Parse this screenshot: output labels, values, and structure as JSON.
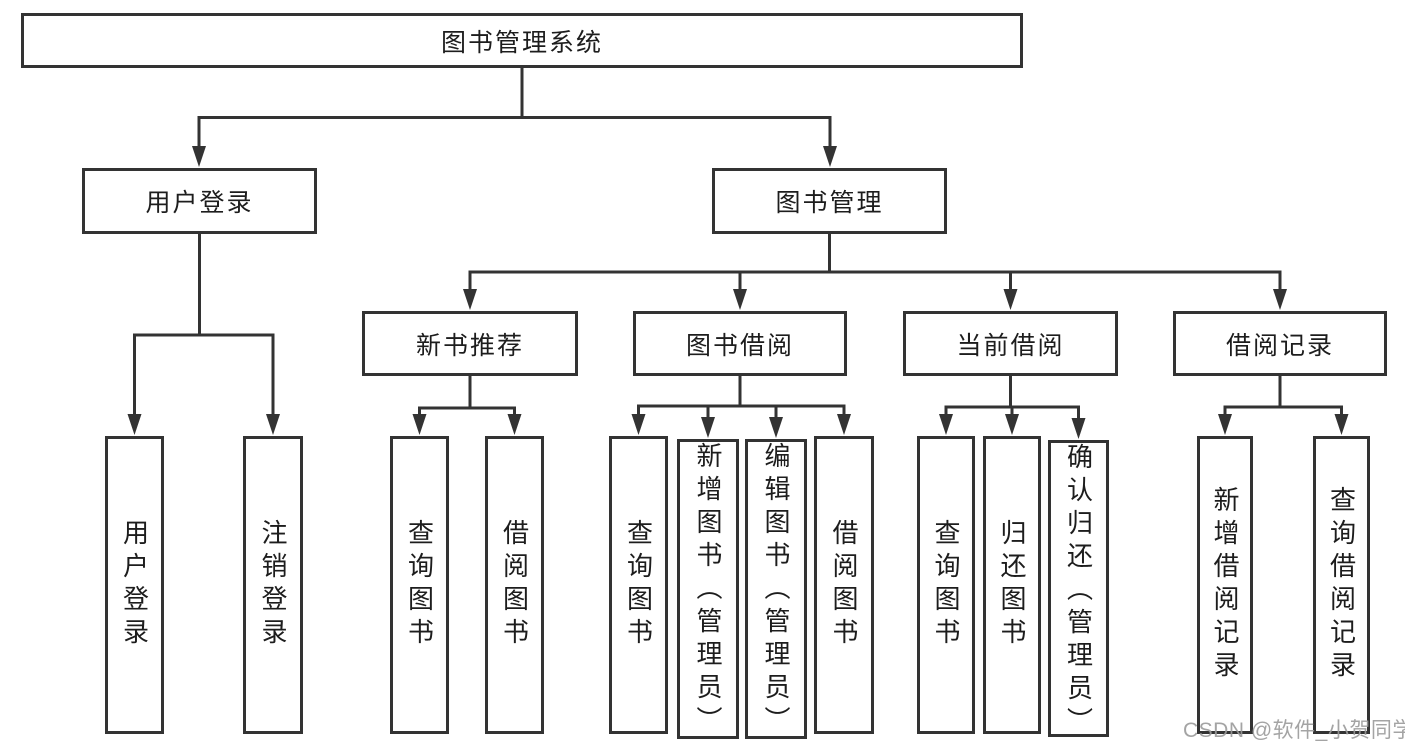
{
  "tree": {
    "label": "图书管理系统",
    "children": [
      {
        "label": "用户登录",
        "children": [
          {
            "label": "用户登录"
          },
          {
            "label": "注销登录"
          }
        ]
      },
      {
        "label": "图书管理",
        "children": [
          {
            "label": "新书推荐",
            "children": [
              {
                "label": "查询图书"
              },
              {
                "label": "借阅图书"
              }
            ]
          },
          {
            "label": "图书借阅",
            "children": [
              {
                "label": "查询图书"
              },
              {
                "label": "新增图书（管理员）"
              },
              {
                "label": "编辑图书（管理员）"
              },
              {
                "label": "借阅图书"
              }
            ]
          },
          {
            "label": "当前借阅",
            "children": [
              {
                "label": "查询图书"
              },
              {
                "label": "归还图书"
              },
              {
                "label": "确认归还（管理员）"
              }
            ]
          },
          {
            "label": "借阅记录",
            "children": [
              {
                "label": "新增借阅记录"
              },
              {
                "label": "查询借阅记录"
              }
            ]
          }
        ]
      }
    ]
  },
  "watermark": "CSDN @软件_小贺同学",
  "colors": {
    "line": "#333333",
    "box_border": "#333333",
    "text": "#1d1d1d",
    "watermark": "#9a9a9a",
    "background": "#ffffff"
  }
}
